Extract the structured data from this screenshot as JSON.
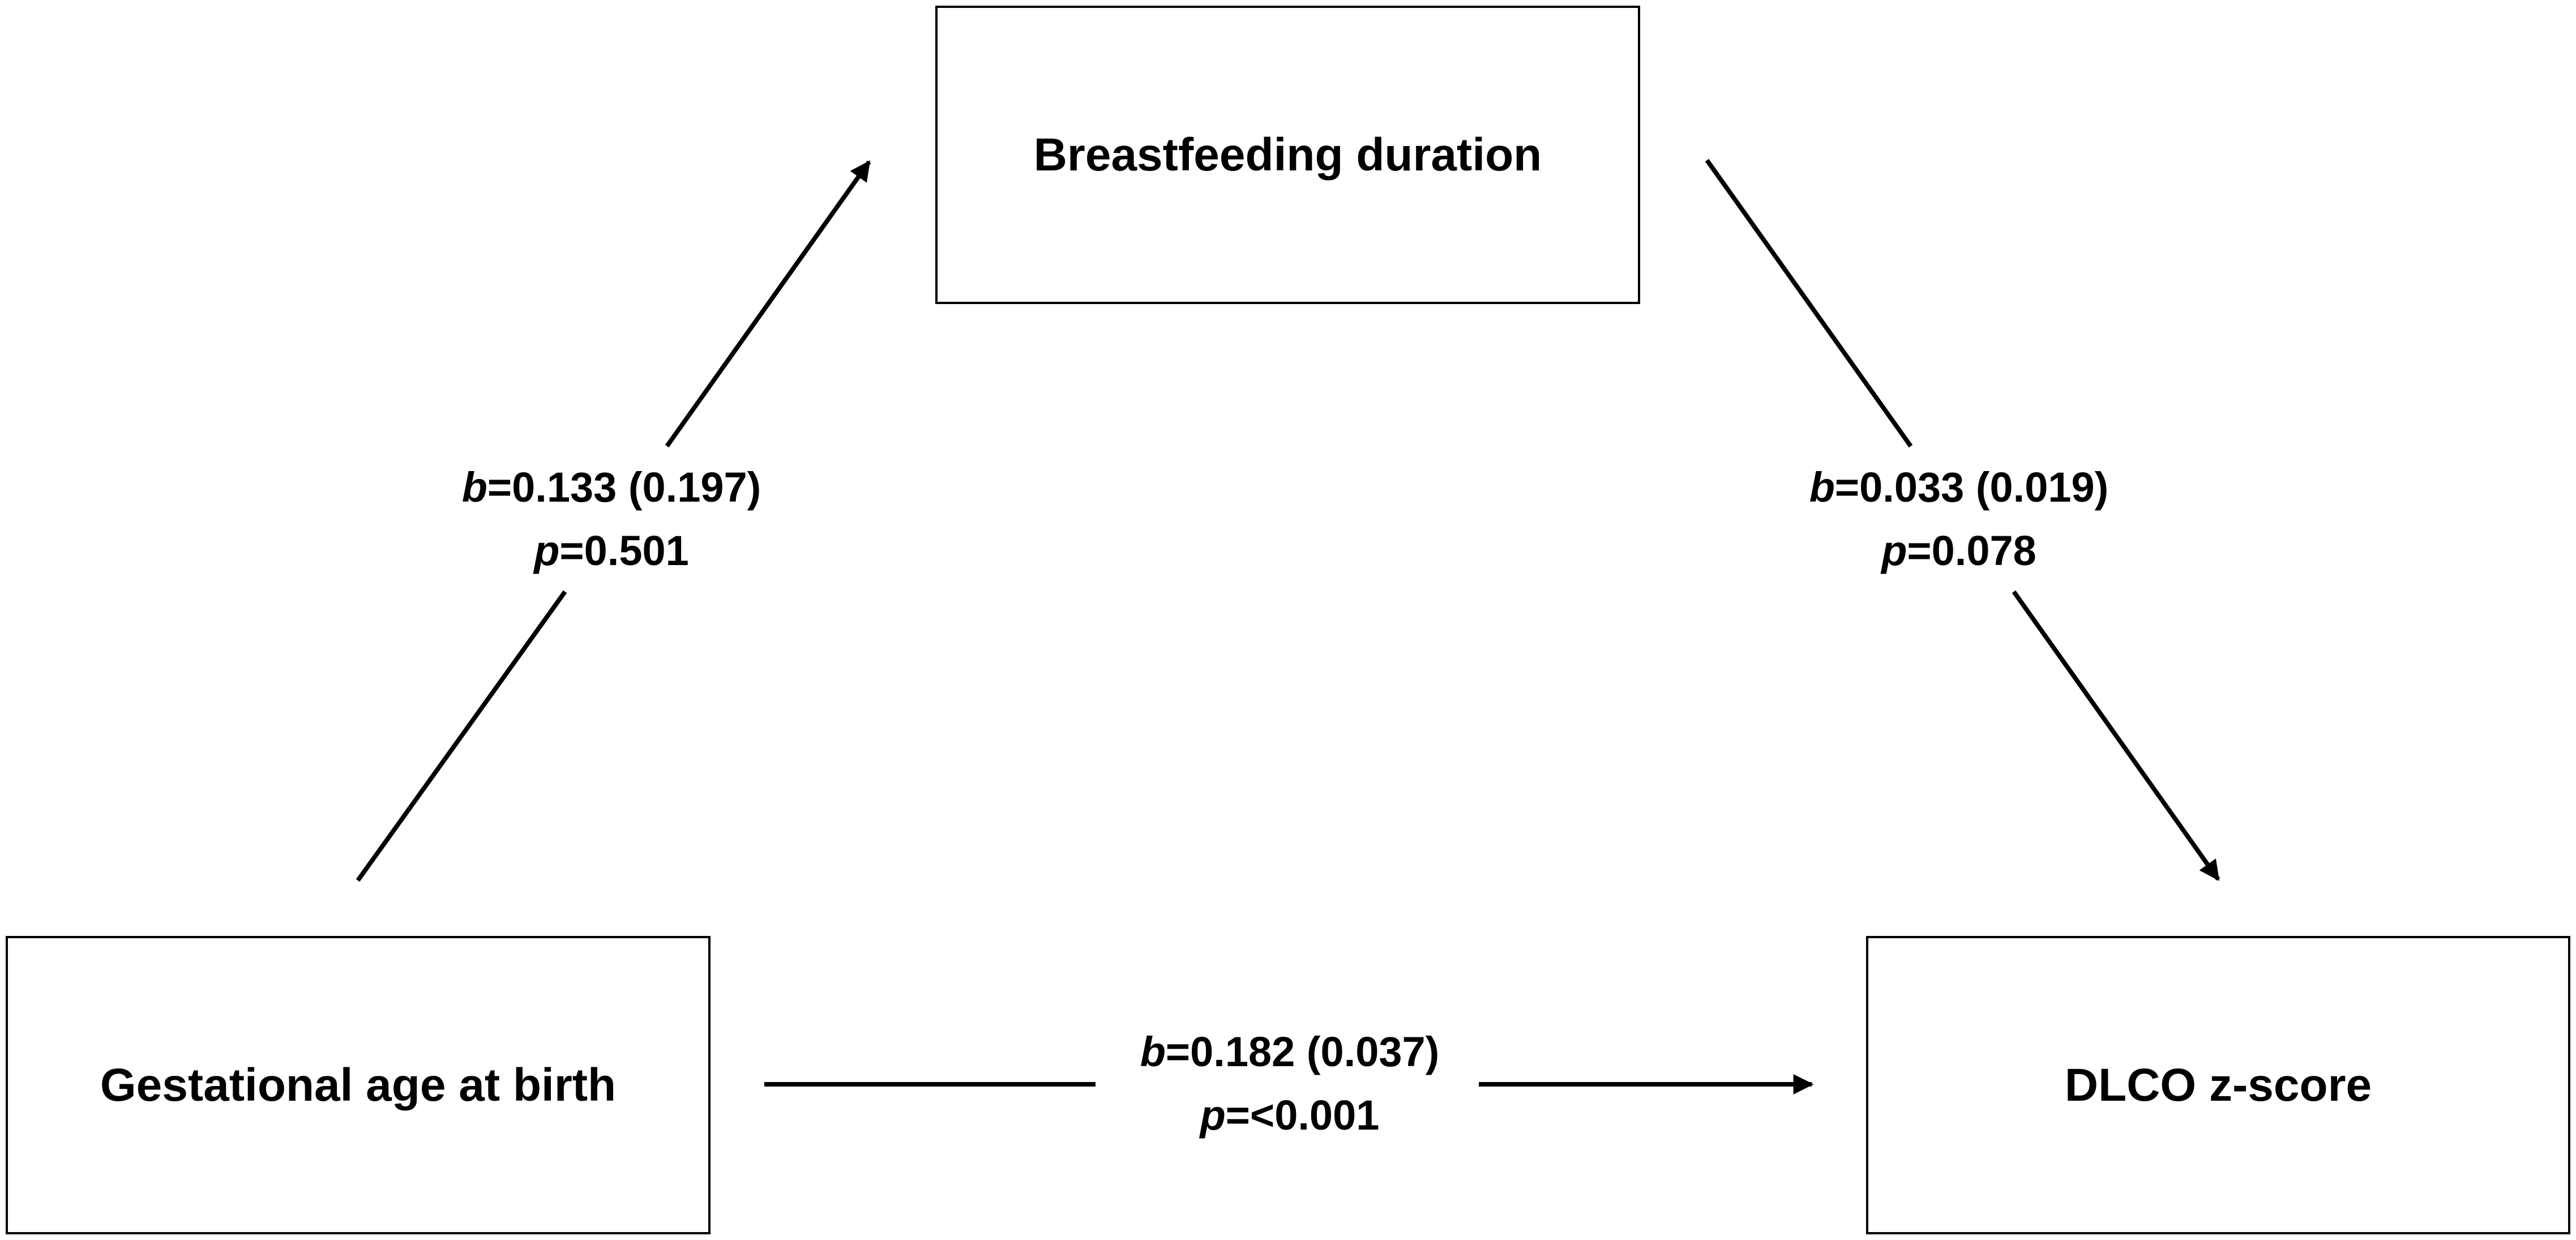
{
  "nodes": {
    "mediator": {
      "label": "Breastfeeding duration"
    },
    "exposure": {
      "label": "Gestational age at birth"
    },
    "outcome": {
      "label": "DLCO z-score"
    }
  },
  "edges": {
    "a_path": {
      "from": "exposure",
      "to": "mediator",
      "b_symbol": "b",
      "b_value": "=0.133 (0.197)",
      "p_symbol": "p",
      "p_value": "=0.501"
    },
    "b_path": {
      "from": "mediator",
      "to": "outcome",
      "b_symbol": "b",
      "b_value": "=0.033 (0.019)",
      "p_symbol": "p",
      "p_value": "=0.078"
    },
    "c_path": {
      "from": "exposure",
      "to": "outcome",
      "b_symbol": "b",
      "b_value": "=0.182 (0.037)",
      "p_symbol": "p",
      "p_value": "=<0.001"
    }
  },
  "colors": {
    "line": "#000000",
    "background": "#ffffff"
  }
}
